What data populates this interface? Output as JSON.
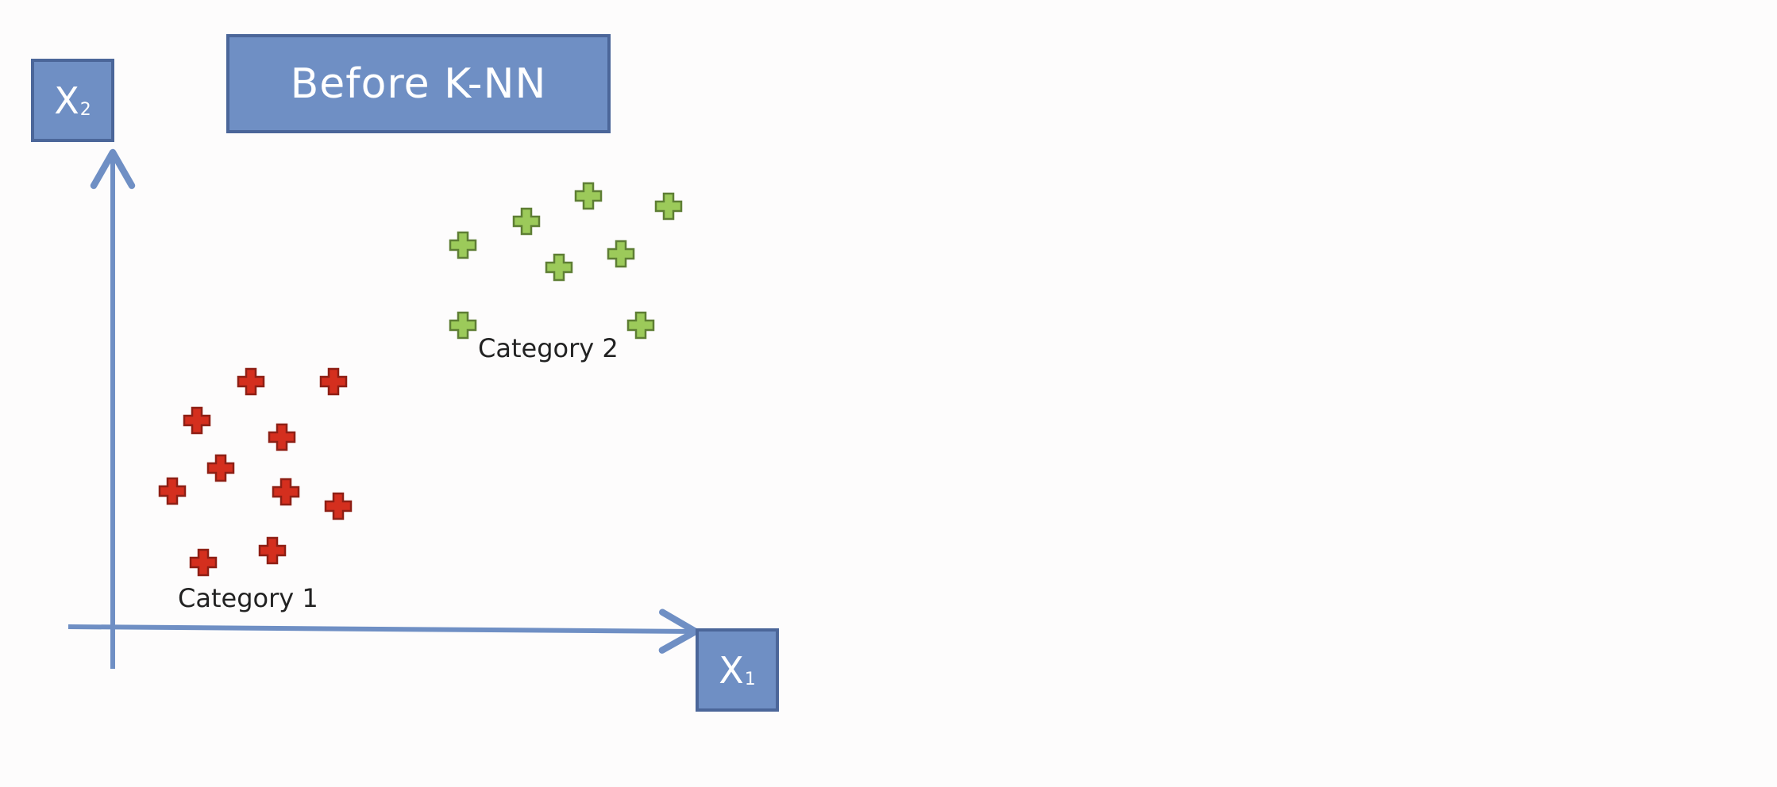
{
  "slide": {
    "title": "Before K-NN",
    "x2_axis_label": "X",
    "x2_axis_subscript": "2",
    "x1_axis_label": "X",
    "x1_axis_subscript": "1"
  },
  "categories": [
    {
      "name": "Category 1",
      "color": "#d42f1e",
      "border": "#8e1f14"
    },
    {
      "name": "Category 2",
      "color": "#9cca5a",
      "border": "#5e7e34"
    }
  ],
  "icons": {
    "data_point": "plus-marker-icon"
  }
}
